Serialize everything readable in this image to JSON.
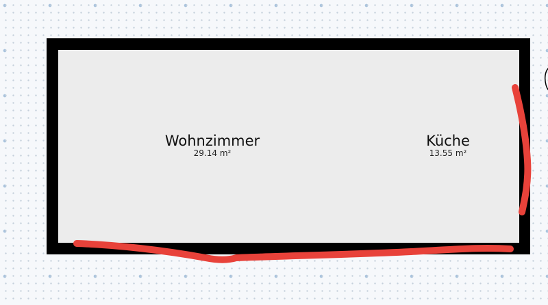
{
  "rooms": [
    {
      "name": "Wohnzimmer",
      "area": "29.14 m²"
    },
    {
      "name": "Küche",
      "area": "13.55 m²"
    }
  ],
  "colors": {
    "wall": "#000000",
    "floor": "#ececec",
    "grid_dot": "#c5d0dc",
    "grid_marker": "#a9c3dd",
    "annotation": "#e8423a"
  },
  "icons": [
    "edge-tool-icon"
  ]
}
